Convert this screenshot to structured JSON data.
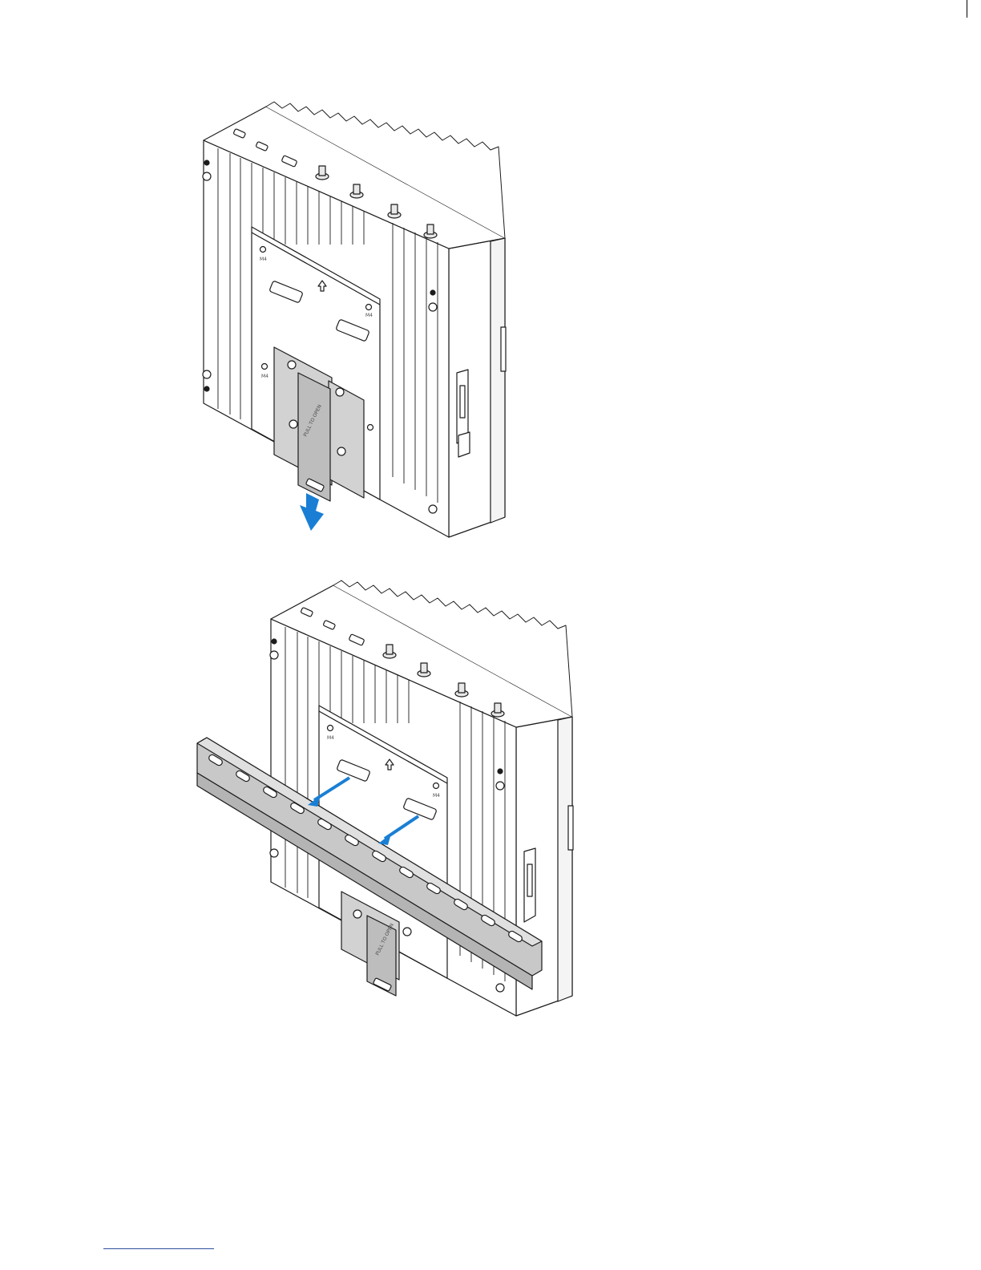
{
  "figures": [
    {
      "id": "bracket-release",
      "bracket_label": "PULL TO OPEN",
      "screw_labels": [
        "M4",
        "M4",
        "M4"
      ],
      "arrow_color": "#1a7fd4",
      "metal_fill": "#d2d2d2",
      "line_color": "#1c1c1c"
    },
    {
      "id": "rail-mount",
      "bracket_label": "PULL TO OPEN",
      "screw_labels": [
        "M4",
        "M4"
      ],
      "arrow_color": "#1a7fd4",
      "rail_fill": "#c8c8c8",
      "line_color": "#1c1c1c"
    }
  ]
}
